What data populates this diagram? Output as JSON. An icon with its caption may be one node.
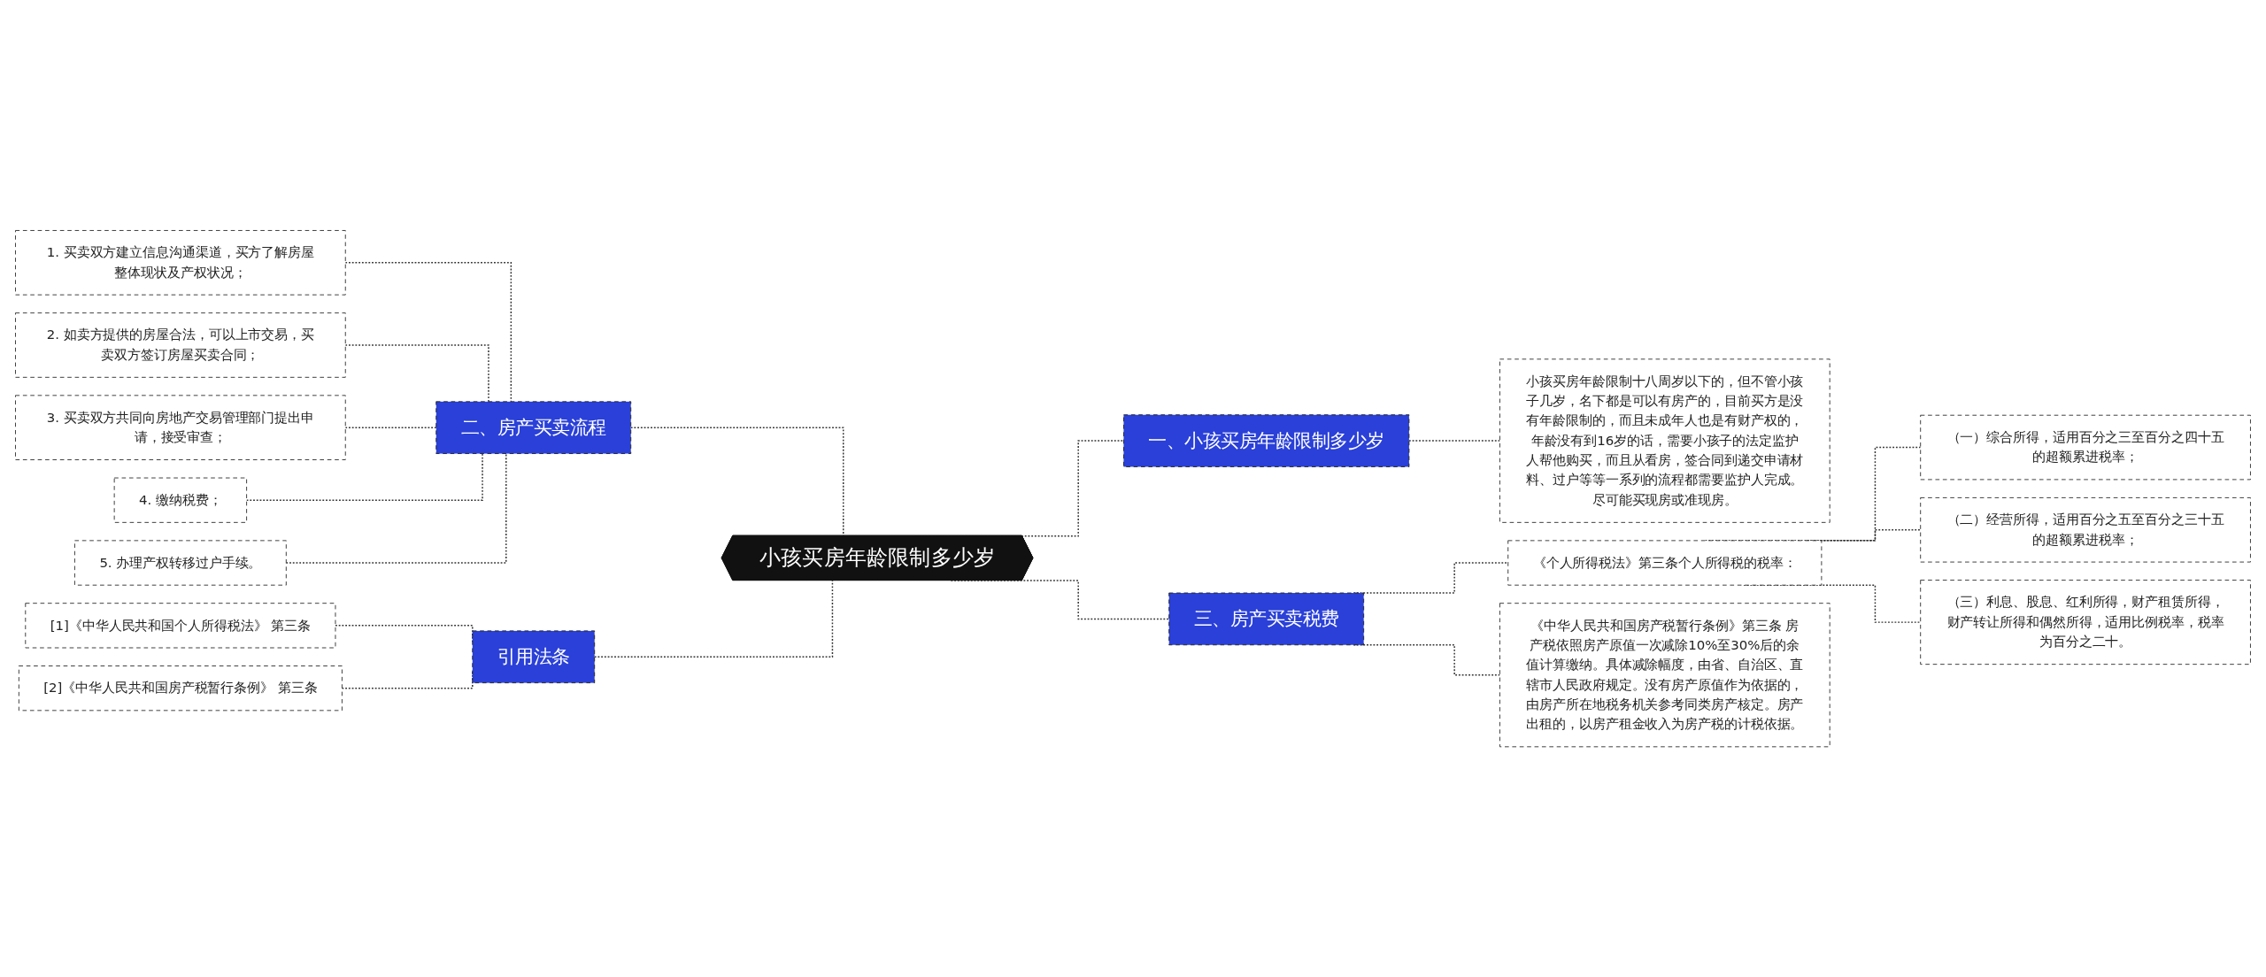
{
  "diagram": {
    "nodes": [
      {
        "text": [
          "小孩买房年龄限制多少岁"
        ]
      },
      {
        "text": [
          "一、小孩买房年龄限制多少岁"
        ]
      },
      {
        "text": [
          "小孩买房年龄限制十八周岁以下的，但不管小孩子几岁，名下都是可以有房产的，目前买方是没有年龄限制的，而且未成年人也是有财产权的，年龄没有到16岁的话，需要小孩子的法定监护人帮他购买，而且从看房，签合同到递交申请材料、过户等等一系列的流程都需要监护人完成。尽可能买现房或准现房。"
        ]
      },
      {
        "text": [
          "二、房产买卖流程"
        ]
      },
      {
        "text": [
          "1. 买卖双方建立信息沟通渠道，买方了解房屋整体现状及产权状况；"
        ]
      },
      {
        "text": [
          "2. 如卖方提供的房屋合法，可以上市交易，买卖双方签订房屋买卖合同；"
        ]
      },
      {
        "text": [
          "3. 买卖双方共同向房地产交易管理部门提出申请，接受审查；"
        ]
      },
      {
        "text": [
          "4. 缴纳税费；"
        ]
      },
      {
        "text": [
          "5. 办理产权转移过户手续。"
        ]
      },
      {
        "text": [
          "引用法条"
        ]
      },
      {
        "text": [
          "[1]《中华人民共和国个人所得税法》 第三条"
        ]
      },
      {
        "text": [
          "[2]《中华人民共和国房产税暂行条例》 第三条"
        ]
      },
      {
        "text": [
          "三、房产买卖税费"
        ]
      },
      {
        "text": [
          "《个人所得税法》第三条个人所得税的税率："
        ]
      },
      {
        "text": [
          "（一）综合所得，适用百分之三至百分之四十五的超额累进税率；"
        ]
      },
      {
        "text": [
          "（二）经营所得，适用百分之五至百分之三十五的超额累进税率；"
        ]
      },
      {
        "text": [
          "（三）利息、股息、红利所得，财产租赁所得，财产转让所得和偶然所得，适用比例税率，税率为百分之二十。"
        ]
      },
      {
        "text": [
          "《中华人民共和国房产税暂行条例》第三条 房产税依照房产原值一次减除10%至30%后的余值计算缴纳。具体减除幅度，由省、自治区、直辖市人民政府规定。没有房产原值作为依据的，由房产所在地税务机关参考同类房产核定。房产出租的，以房产租金收入为房产税的计税依据。"
        ]
      }
    ],
    "edges": [
      {
        "from": 0,
        "to": 1,
        "arrow": "none",
        "style": "dashed"
      },
      {
        "from": 1,
        "to": 2,
        "arrow": "none",
        "style": "dashed"
      },
      {
        "from": 3,
        "to": 0,
        "arrow": "none",
        "style": "dashed"
      },
      {
        "from": 4,
        "to": 3,
        "arrow": "none",
        "style": "dashed"
      },
      {
        "from": 5,
        "to": 3,
        "arrow": "none",
        "style": "dashed"
      },
      {
        "from": 6,
        "to": 3,
        "arrow": "none",
        "style": "dashed"
      },
      {
        "from": 7,
        "to": 3,
        "arrow": "none",
        "style": "dashed"
      },
      {
        "from": 8,
        "to": 3,
        "arrow": "none",
        "style": "dashed"
      },
      {
        "from": 9,
        "to": 0,
        "arrow": "none",
        "style": "dashed"
      },
      {
        "from": 10,
        "to": 9,
        "arrow": "none",
        "style": "dashed"
      },
      {
        "from": 11,
        "to": 9,
        "arrow": "none",
        "style": "dashed"
      },
      {
        "from": 0,
        "to": 12,
        "arrow": "none",
        "style": "dashed"
      },
      {
        "from": 12,
        "to": 13,
        "arrow": "none",
        "style": "dashed"
      },
      {
        "from": 13,
        "to": 14,
        "arrow": "none",
        "style": "dashed"
      },
      {
        "from": 13,
        "to": 15,
        "arrow": "none",
        "style": "dashed"
      },
      {
        "from": 13,
        "to": 16,
        "arrow": "none",
        "style": "dashed"
      },
      {
        "from": 12,
        "to": 17,
        "arrow": "none",
        "style": "dashed"
      }
    ]
  }
}
